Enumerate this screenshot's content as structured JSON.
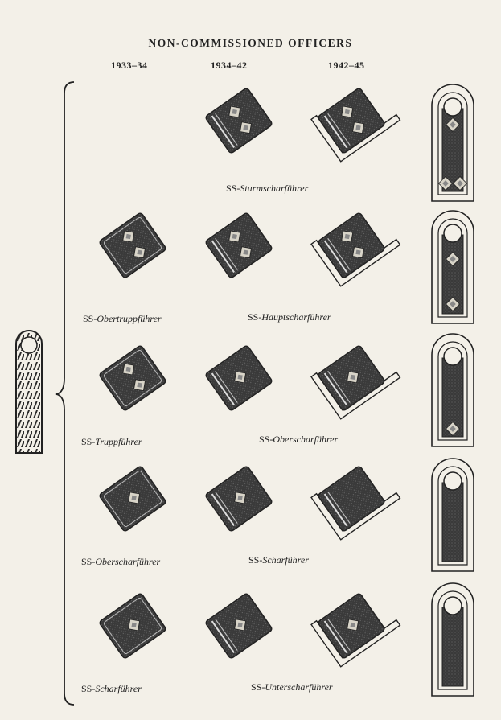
{
  "title": "NON-COMMISSIONED OFFICERS",
  "columns": [
    "1933–34",
    "1934–42",
    "1942–45"
  ],
  "rows": [
    {
      "labels": [
        {
          "col": "1934-42",
          "prefix": "SS-",
          "name": "Sturmscharführer"
        }
      ],
      "pips": [
        null,
        2,
        2
      ],
      "shoulder_pips": 3
    },
    {
      "labels": [
        {
          "col": "1933-34",
          "prefix": "SS-",
          "name": "Obertruppführer"
        },
        {
          "col": "1934-42",
          "prefix": "SS-",
          "name": "Hauptscharführer"
        }
      ],
      "pips": [
        2,
        2,
        2
      ],
      "shoulder_pips": 2
    },
    {
      "labels": [
        {
          "col": "1933-34",
          "prefix": "SS-",
          "name": "Truppführer"
        },
        {
          "col": "1934-42",
          "prefix": "SS-",
          "name": "Oberscharführer"
        }
      ],
      "pips": [
        2,
        1,
        1
      ],
      "shoulder_pips": 1
    },
    {
      "labels": [
        {
          "col": "1933-34",
          "prefix": "SS-",
          "name": "Oberscharführer"
        },
        {
          "col": "1934-42",
          "prefix": "SS-",
          "name": "Scharführer"
        }
      ],
      "pips": [
        1,
        1,
        0
      ],
      "shoulder_pips": 0
    },
    {
      "labels": [
        {
          "col": "1933-34",
          "prefix": "SS-",
          "name": "Scharführer"
        },
        {
          "col": "1934-42",
          "prefix": "SS-",
          "name": "Unterscharführer"
        }
      ],
      "pips": [
        1,
        1,
        1
      ],
      "shoulder_pips": 0
    }
  ],
  "colors": {
    "ink": "#222222",
    "cloth": "#3a3a3a",
    "paper": "#f3f0e8",
    "pip": "#d8d4c8"
  }
}
